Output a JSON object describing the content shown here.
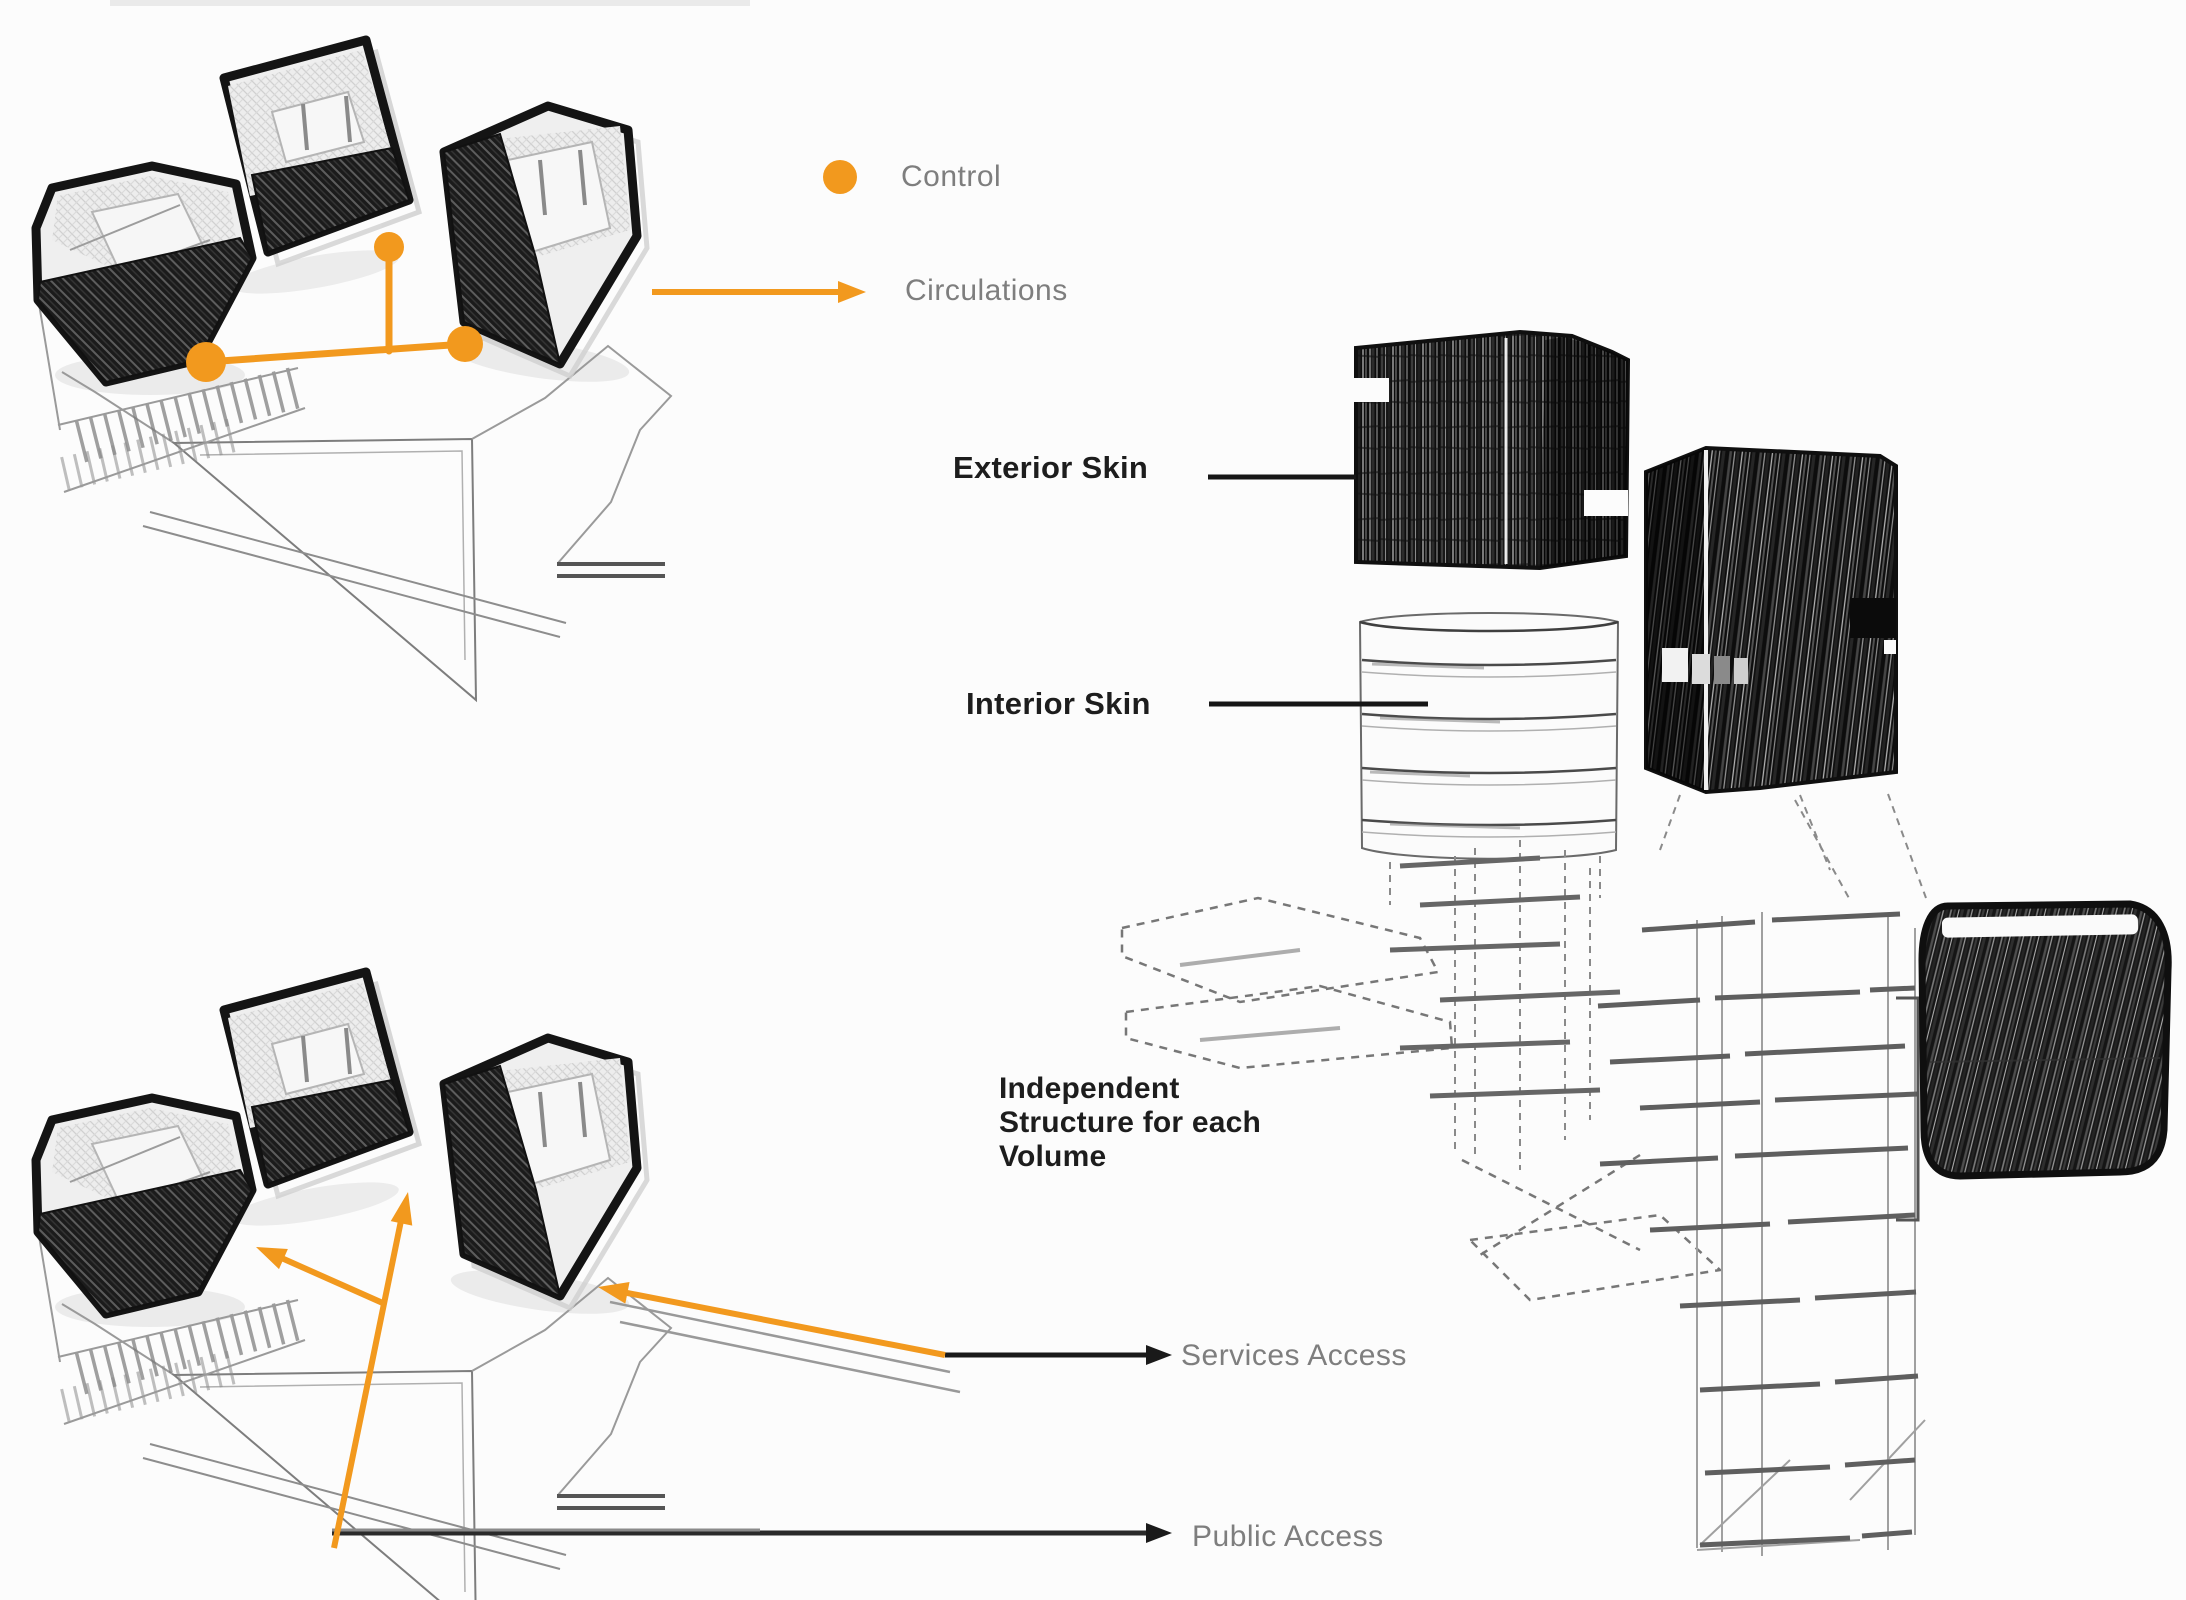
{
  "colors": {
    "accent": "#F2991E",
    "ink": "#1d1d1d",
    "muted": "#7e7e7e",
    "sketch": "#9a9a9a"
  },
  "legend": {
    "control": {
      "icon": "orange-dot-icon",
      "label": "Control"
    },
    "circulations": {
      "icon": "orange-arrow-icon",
      "label": "Circulations"
    }
  },
  "exploded": {
    "exterior_skin_label": "Exterior Skin",
    "interior_skin_label": "Interior Skin",
    "independent_structure_label": "Independent\nStructure for each\nVolume"
  },
  "access": {
    "services_label": "Services Access",
    "public_label": "Public Access"
  }
}
